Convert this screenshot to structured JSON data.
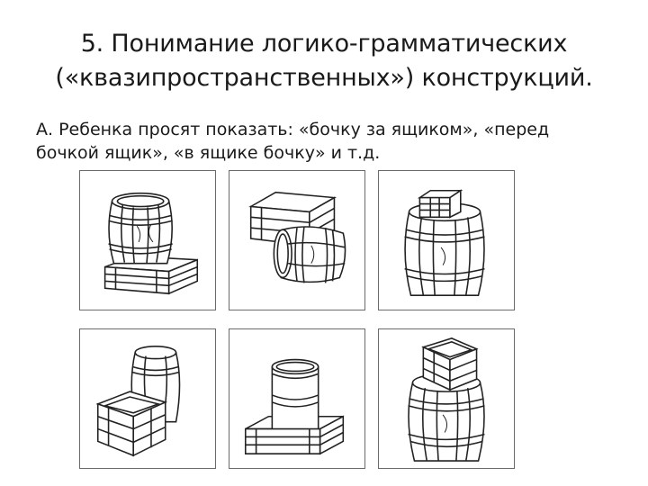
{
  "slide": {
    "title_lines": [
      "5. Понимание логико-грамматических",
      "(«квазипространственных») конструкций."
    ],
    "body_lines": [
      "А. Ребенка просят показать: «бочку за ящиком», «перед",
      "бочкой ящик», «в ящике бочку» и т.д."
    ]
  },
  "illustrations": [
    {
      "depicts": "barrel-on-crate"
    },
    {
      "depicts": "barrel-in-front-of-crate"
    },
    {
      "depicts": "crate-in-barrel"
    },
    {
      "depicts": "crate-in-front-of-barrel"
    },
    {
      "depicts": "cylinder-in-crate"
    },
    {
      "depicts": "crate-on-barrel"
    }
  ]
}
